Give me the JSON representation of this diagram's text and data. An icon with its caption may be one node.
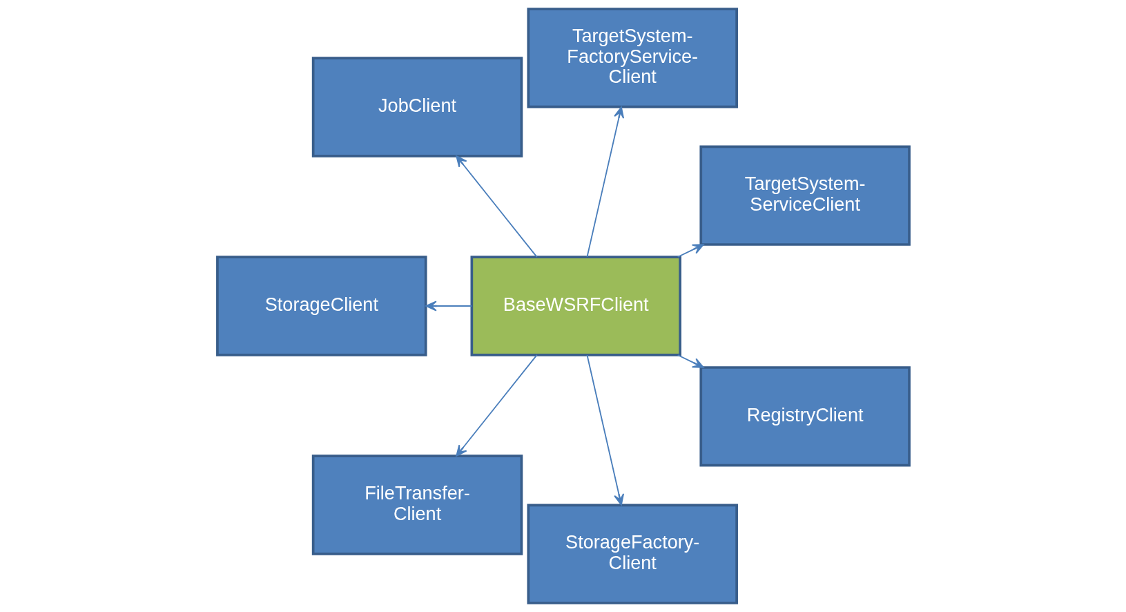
{
  "diagram": {
    "nodes": [
      {
        "text": [
          "TargetSystem- ServiceClient"
        ]
      },
      {
        "text": [
          "TargetSystem- FactoryService- Client"
        ]
      },
      {
        "text": [
          "JobClient"
        ]
      },
      {
        "text": [
          "BaseWSRFClient"
        ]
      },
      {
        "text": [
          "StorageClient"
        ]
      },
      {
        "text": [
          "FileTransfer- Client"
        ]
      },
      {
        "text": [
          "StorageFactory- Client"
        ]
      },
      {
        "text": [
          "RegistryClient"
        ]
      }
    ],
    "edges": [
      {
        "from": 3,
        "to": 0,
        "arrow": "to"
      },
      {
        "from": 3,
        "to": 1,
        "arrow": "to"
      },
      {
        "from": 3,
        "to": 2,
        "arrow": "to"
      },
      {
        "from": 3,
        "to": 4,
        "arrow": "to"
      },
      {
        "from": 3,
        "to": 5,
        "arrow": "to"
      },
      {
        "from": 3,
        "to": 6,
        "arrow": "to"
      },
      {
        "from": 3,
        "to": 7,
        "arrow": "to"
      }
    ]
  }
}
